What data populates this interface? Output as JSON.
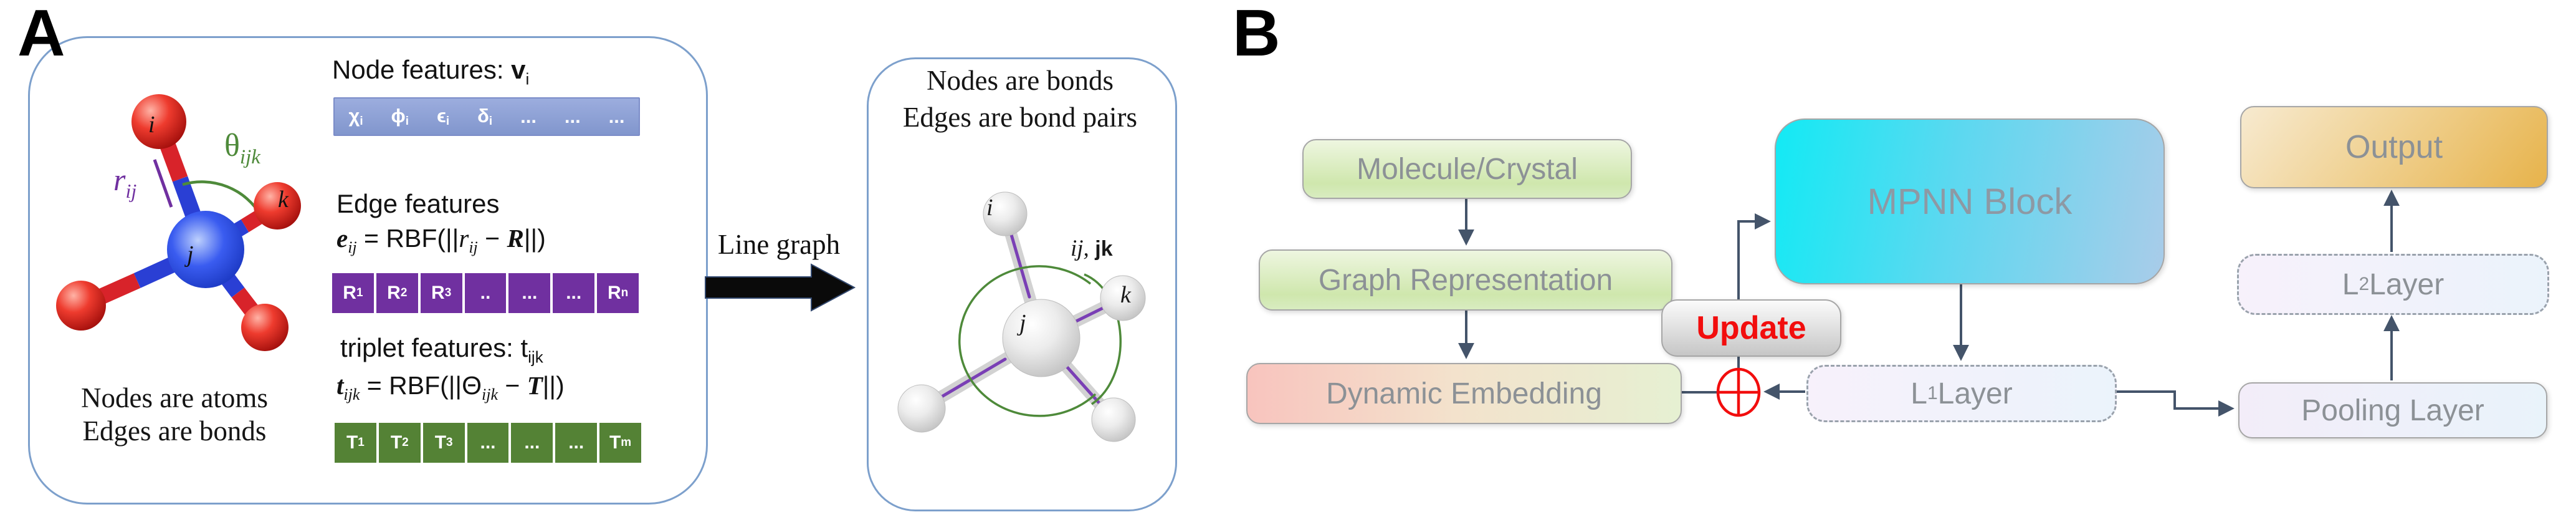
{
  "panelA": {
    "tag": "A",
    "caption_line1": "Nodes are atoms",
    "caption_line2": "Edges are bonds",
    "molecule": {
      "atom_i": "i",
      "atom_j": "j",
      "atom_k": "k",
      "r_var": "r",
      "r_sub": "ij",
      "theta_var": "θ",
      "theta_sub": "ijk",
      "r_color": "#7030a0",
      "theta_color": "#4e8a3a"
    },
    "node_features": {
      "heading_text": "Node features: ",
      "heading_var": "v",
      "heading_sub": "i",
      "bar_color": "#8b9ed6",
      "cells": [
        {
          "sym": "χ",
          "sub": "i"
        },
        {
          "sym": "ϕ",
          "sub": "i"
        },
        {
          "sym": "ϵ",
          "sub": "i"
        },
        {
          "sym": "δ",
          "sub": "i"
        },
        {
          "sym": "...",
          "sub": ""
        },
        {
          "sym": "...",
          "sub": ""
        },
        {
          "sym": "...",
          "sub": ""
        }
      ]
    },
    "edge_features": {
      "heading": "Edge features",
      "cell_color": "#7030a0",
      "formula": {
        "v1": "e",
        "v1sub": "ij",
        "eq": " = RBF(||",
        "v2": "r",
        "v2sub": "ij",
        "minus": " − ",
        "v3": "R",
        "close": "||)"
      },
      "cells": [
        {
          "sym": "R",
          "sub": "1"
        },
        {
          "sym": "R",
          "sub": "2"
        },
        {
          "sym": "R",
          "sub": "3"
        },
        {
          "sym": "..",
          "sub": ""
        },
        {
          "sym": "...",
          "sub": ""
        },
        {
          "sym": "...",
          "sub": ""
        },
        {
          "sym": "R",
          "sub": "n"
        }
      ]
    },
    "triplet_features": {
      "heading_text": "triplet features: ",
      "heading_var": "t",
      "heading_sub": "ijk",
      "cell_color": "#548235",
      "formula": {
        "v1": "t",
        "v1sub": "ijk",
        "eq": " = RBF(||",
        "v2": "Θ",
        "v2sub": "ijk",
        "minus": " − ",
        "v3": "T",
        "close": "||)"
      },
      "cells": [
        {
          "sym": "T",
          "sub": "1"
        },
        {
          "sym": "T",
          "sub": "2"
        },
        {
          "sym": "T",
          "sub": "3"
        },
        {
          "sym": "...",
          "sub": ""
        },
        {
          "sym": "...",
          "sub": ""
        },
        {
          "sym": "...",
          "sub": ""
        },
        {
          "sym": "T",
          "sub": "m"
        }
      ]
    }
  },
  "transform_arrow": {
    "label": "Line graph"
  },
  "line_graph_panel": {
    "title_line1": "Nodes are bonds",
    "title_line2": "Edges are bond pairs",
    "atom_i": "i",
    "atom_j": "j",
    "atom_k": "k",
    "pair_label_italic": "ij,",
    "pair_label_roman": " jk"
  },
  "panelB": {
    "tag": "B",
    "boxes": {
      "molecule_crystal": "Molecule/Crystal",
      "graph_representation": "Graph Representation",
      "dynamic_embedding": "Dynamic Embedding",
      "update": "Update",
      "mpnn_block": "MPNN Block",
      "l1_prefix": "L",
      "l1_sub": "1",
      "l1_suffix": " Layer",
      "l2_prefix": "L",
      "l2_sub": "2",
      "l2_suffix": " Layer",
      "pooling_layer": "Pooling Layer",
      "output": "Output"
    },
    "colors": {
      "arrow": "#44546a",
      "update_text": "#f20d0d",
      "sum_symbol": "#f20d0d",
      "mpnn_gradient_start": "#12eaf4",
      "mpnn_gradient_end": "#a9cce9",
      "output_gradient_start": "#f6e7c8",
      "output_gradient_end": "#e7b34b"
    }
  }
}
